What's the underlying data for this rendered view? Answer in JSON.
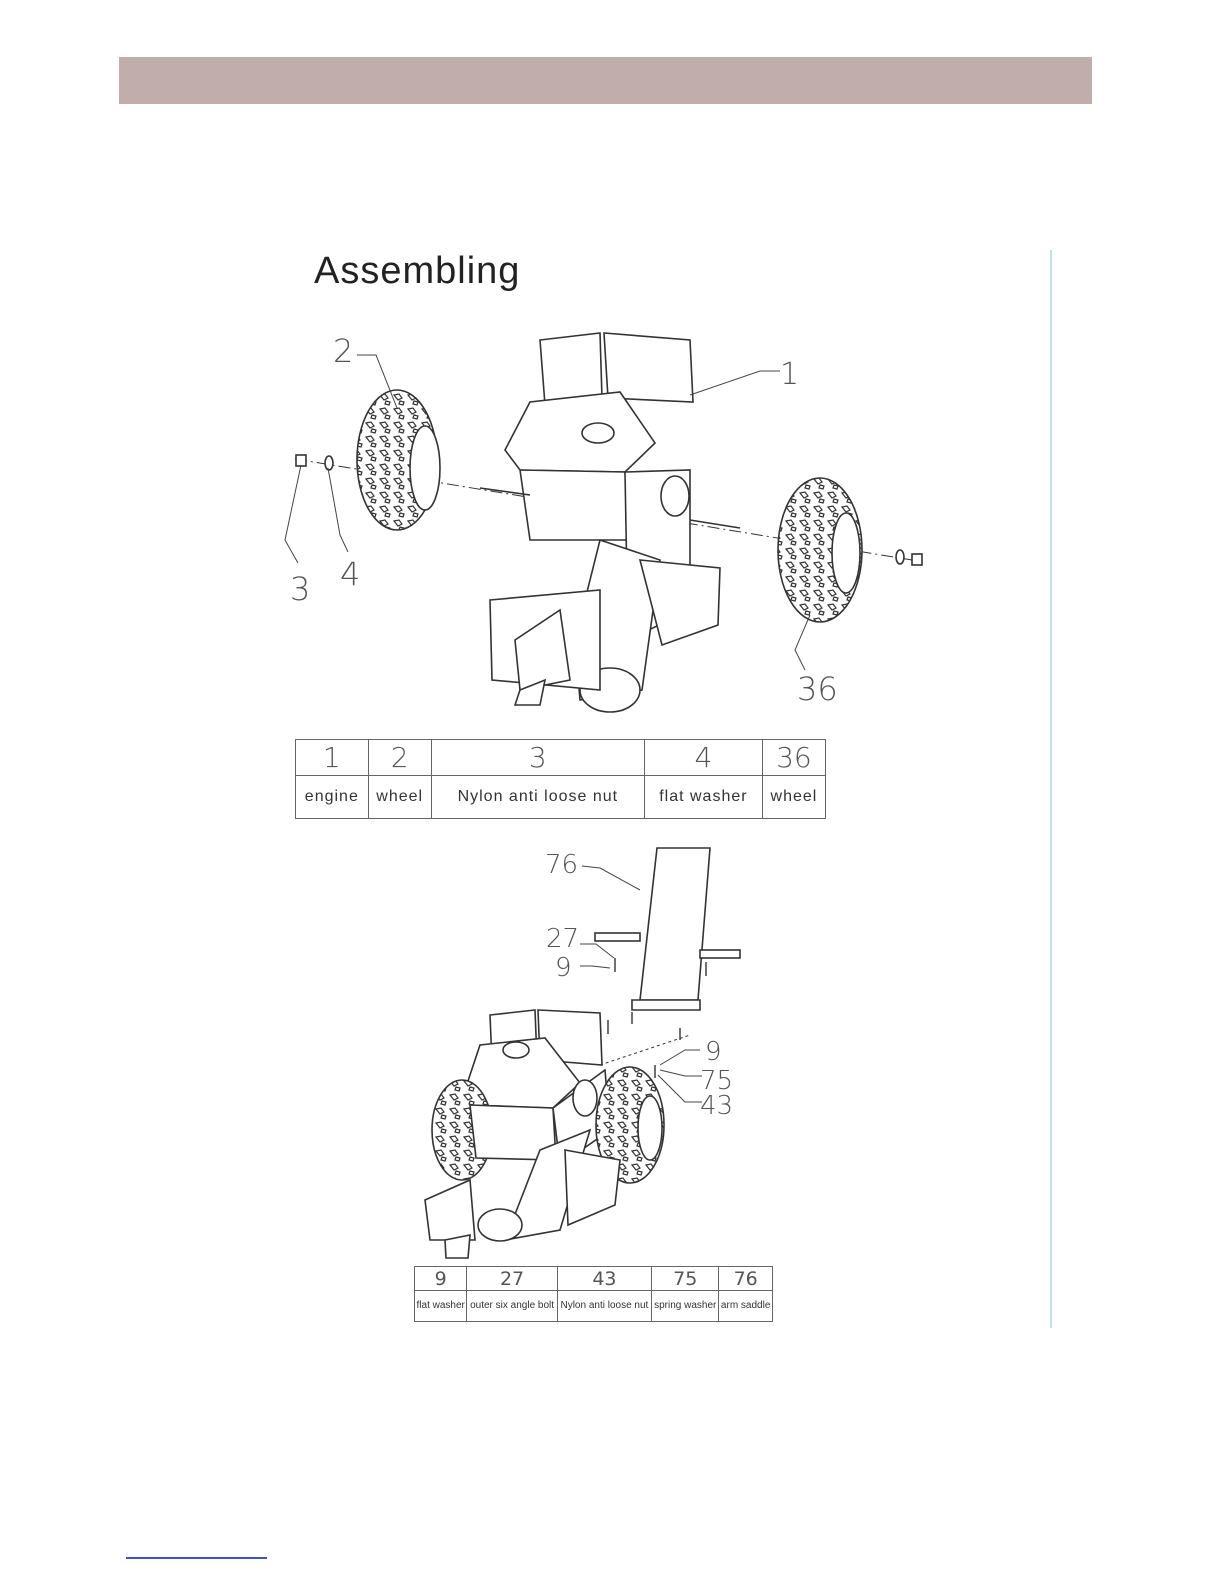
{
  "page": {
    "title": "Assembling"
  },
  "figure1": {
    "callouts": [
      "1",
      "2",
      "3",
      "4",
      "36"
    ],
    "parts": [
      {
        "number": "1",
        "name": "engine"
      },
      {
        "number": "2",
        "name": "wheel"
      },
      {
        "number": "3",
        "name": "Nylon anti loose nut"
      },
      {
        "number": "4",
        "name": "flat washer"
      },
      {
        "number": "36",
        "name": "wheel"
      }
    ]
  },
  "figure2": {
    "callouts": [
      "76",
      "27",
      "9",
      "9",
      "75",
      "43"
    ],
    "parts": [
      {
        "number": "9",
        "name": "flat washer"
      },
      {
        "number": "27",
        "name": "outer six angle bolt"
      },
      {
        "number": "43",
        "name": "Nylon anti loose nut"
      },
      {
        "number": "75",
        "name": "spring washer"
      },
      {
        "number": "76",
        "name": "arm saddle"
      }
    ]
  },
  "colors": {
    "header_bar": "#c1aeac",
    "right_rule": "#bfe0ee",
    "footer_rule": "#3b4fd8"
  }
}
